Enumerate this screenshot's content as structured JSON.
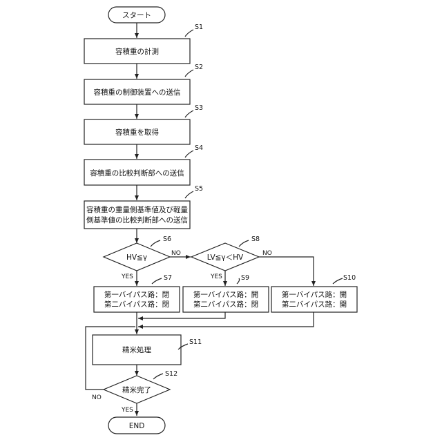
{
  "flow": {
    "start": "スタート",
    "end": "END",
    "steps": {
      "s1": "容積重の計測",
      "s2": "容積重の制御装置への送信",
      "s3": "容積重を取得",
      "s4": "容積重の比較判断部への送信",
      "s5_line1": "容積重の重量側基準値及び軽量",
      "s5_line2": "側基準値の比較判断部への送信",
      "s7_line1": "第一バイパス路：閉",
      "s7_line2": "第二バイパス路：閉",
      "s9_line1": "第一バイパス路：開",
      "s9_line2": "第二バイパス路：閉",
      "s10_line1": "第一バイパス路：開",
      "s10_line2": "第二バイパス路：開",
      "s11": "精米処理"
    },
    "decisions": {
      "s6": "HV≦γ",
      "s8": "LV≦γ＜HV",
      "s12": "精米完了"
    },
    "step_labels": [
      "S1",
      "S2",
      "S3",
      "S4",
      "S5",
      "S6",
      "S7",
      "S8",
      "S9",
      "S10",
      "S11",
      "S12"
    ],
    "yes": "YES",
    "no": "NO"
  }
}
